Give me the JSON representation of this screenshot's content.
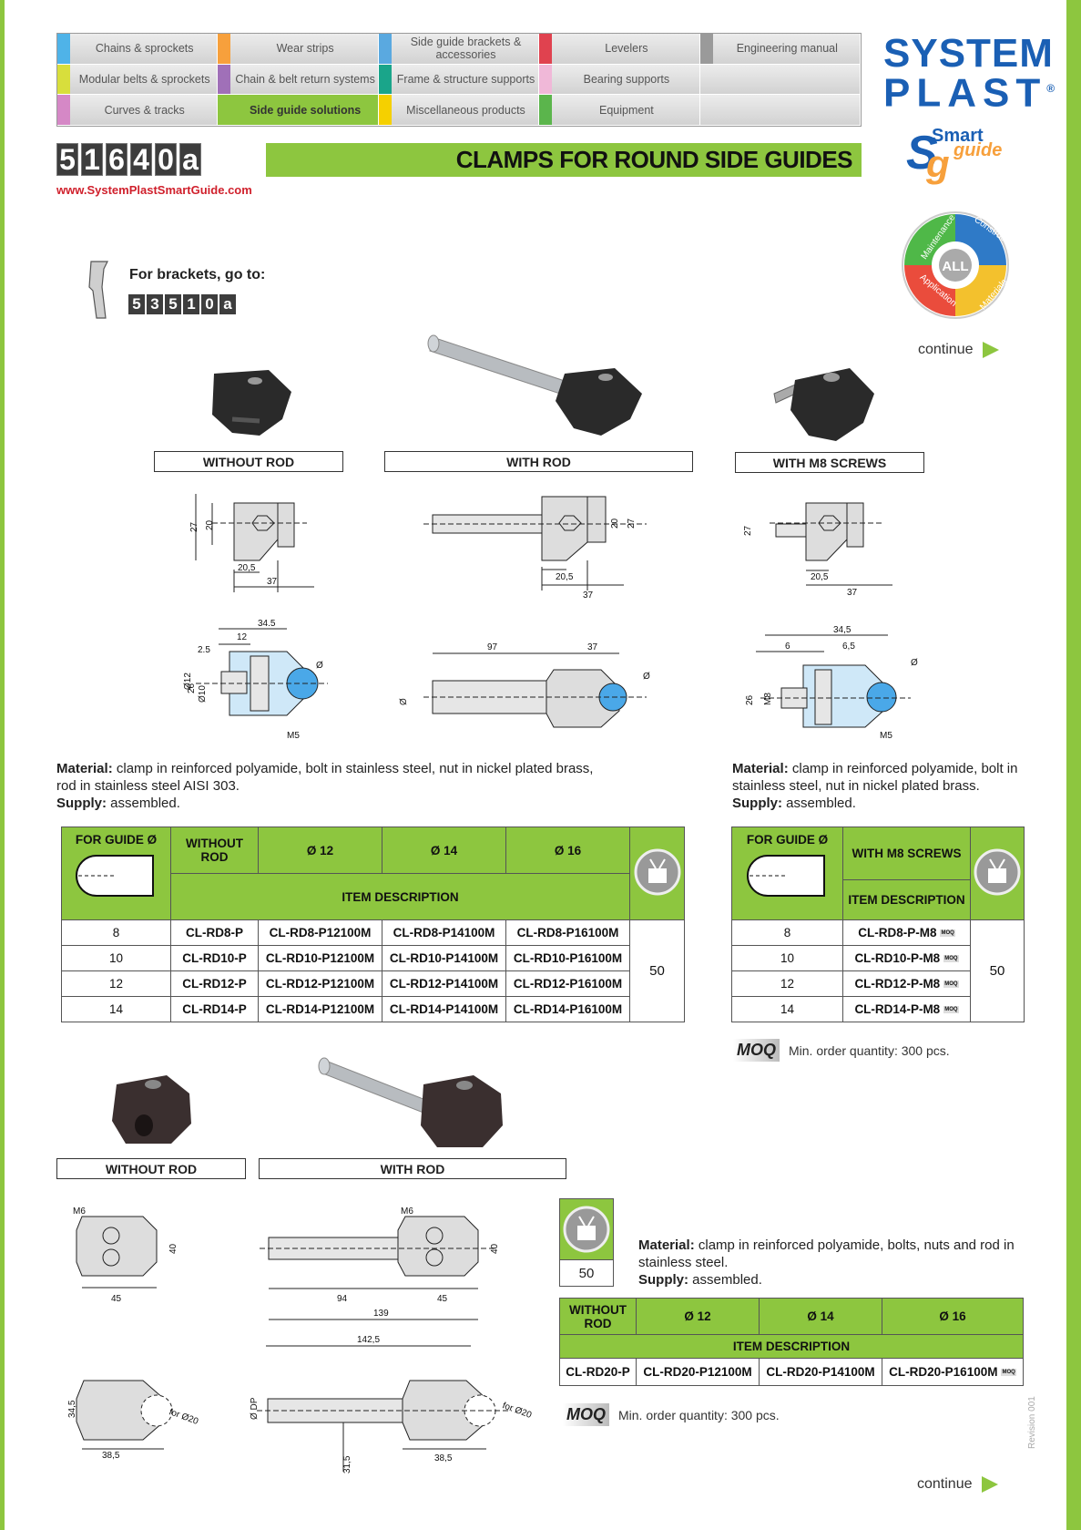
{
  "nav": {
    "cells": [
      {
        "label": "Chains & sprockets",
        "color": "#4fb3e8"
      },
      {
        "label": "Wear strips",
        "color": "#f7a03c"
      },
      {
        "label": "Side guide brackets & accessories",
        "color": "#5aa9e0"
      },
      {
        "label": "Levelers",
        "color": "#e0424f"
      },
      {
        "label": "Engineering manual",
        "color": "#9a9a9a"
      },
      {
        "label": "Modular belts & sprockets",
        "color": "#d8de3c"
      },
      {
        "label": "Chain & belt return systems",
        "color": "#a070b8"
      },
      {
        "label": "Frame & structure supports",
        "color": "#1aa58a"
      },
      {
        "label": "Bearing supports",
        "color": "#f0b8d8"
      },
      {
        "label": "",
        "color": ""
      },
      {
        "label": "Curves & tracks",
        "color": "#d588c6"
      },
      {
        "label": "Side guide solutions",
        "color": "#8dc63f",
        "active": true
      },
      {
        "label": "Miscellaneous products",
        "color": "#f5d000"
      },
      {
        "label": "Equipment",
        "color": "#5bb54c"
      },
      {
        "label": "",
        "color": ""
      }
    ]
  },
  "header": {
    "code": [
      "5",
      "1",
      "6",
      "4",
      "0",
      "a"
    ],
    "title": "CLAMPS FOR ROUND SIDE GUIDES",
    "url": "www.SystemPlastSmartGuide.com",
    "logo_line1": "SYSTEM",
    "logo_line2": "PLAST",
    "logo_reg": "®",
    "smart": "Smart",
    "guide": "guide",
    "wheel": {
      "center": "ALL",
      "q1": "Maintenance",
      "q2": "Construction",
      "q3": "Application",
      "q4": "Materials"
    }
  },
  "brackets": {
    "label": "For brackets, go to:",
    "code": [
      "5",
      "3",
      "5",
      "1",
      "0",
      "a"
    ]
  },
  "continue_label": "continue",
  "section1": {
    "labels": {
      "without_rod": "WITHOUT ROD",
      "with_rod": "WITH ROD",
      "with_m8": "WITH M8 SCREWS"
    },
    "dims": {
      "a": {
        "h27": "27",
        "h20": "20",
        "w205": "20,5",
        "w37": "37"
      },
      "b": {
        "w345": "34.5",
        "w12": "12",
        "w25": "2.5",
        "d12": "Ø12",
        "d10": "Ø10",
        "h26": "26",
        "m5": "M5",
        "dia": "Ø"
      },
      "c": {
        "h20": "20",
        "h27": "27",
        "w205": "20,5",
        "w37": "37",
        "w97": "97",
        "w37b": "37",
        "dia": "Ø",
        "dia2": "Ø"
      },
      "d": {
        "h27": "27",
        "w205": "20,5",
        "w37": "37",
        "w345": "34,5",
        "w6": "6",
        "w65": "6,5",
        "h26": "26",
        "m8": "M8",
        "m5": "M5",
        "dia": "Ø"
      }
    },
    "material_left": {
      "mat_label": "Material:",
      "mat_text": " clamp in reinforced polyamide, bolt in stainless steel, nut in nickel plated brass, rod in stainless steel AISI 303.",
      "sup_label": "Supply:",
      "sup_text": " assembled."
    },
    "material_right": {
      "mat_label": "Material:",
      "mat_text": " clamp in reinforced polyamide, bolt in stainless steel, nut in nickel plated brass.",
      "sup_label": "Supply:",
      "sup_text": " assembled."
    },
    "table_left": {
      "h_guide": "FOR GUIDE Ø",
      "h_without": "WITHOUT ROD",
      "h_12": "Ø 12",
      "h_14": "Ø 14",
      "h_16": "Ø 16",
      "h_item": "ITEM DESCRIPTION",
      "pack": "50",
      "rows": [
        [
          "8",
          "CL-RD8-P",
          "CL-RD8-P12100M",
          "CL-RD8-P14100M",
          "CL-RD8-P16100M"
        ],
        [
          "10",
          "CL-RD10-P",
          "CL-RD10-P12100M",
          "CL-RD10-P14100M",
          "CL-RD10-P16100M"
        ],
        [
          "12",
          "CL-RD12-P",
          "CL-RD12-P12100M",
          "CL-RD12-P14100M",
          "CL-RD12-P16100M"
        ],
        [
          "14",
          "CL-RD14-P",
          "CL-RD14-P12100M",
          "CL-RD14-P14100M",
          "CL-RD14-P16100M"
        ]
      ]
    },
    "table_right": {
      "h_guide": "FOR GUIDE Ø",
      "h_m8": "WITH M8 SCREWS",
      "h_item": "ITEM DESCRIPTION",
      "pack": "50",
      "rows": [
        [
          "8",
          "CL-RD8-P-M8"
        ],
        [
          "10",
          "CL-RD10-P-M8"
        ],
        [
          "12",
          "CL-RD12-P-M8"
        ],
        [
          "14",
          "CL-RD14-P-M8"
        ]
      ]
    },
    "moq_badge": "MOQ",
    "moq_text": "Min. order quantity: 300 pcs."
  },
  "section2": {
    "labels": {
      "without_rod": "WITHOUT ROD",
      "with_rod": "WITH ROD"
    },
    "dims": {
      "m6": "M6",
      "h40": "40",
      "w45": "45",
      "w94": "94",
      "w139": "139",
      "w1425": "142,5",
      "h345": "34,5",
      "w385": "38,5",
      "for20": "for Ø20",
      "dp": "Ø DP",
      "h315": "31,5"
    },
    "pack": "50",
    "material": {
      "mat_label": "Material:",
      "mat_text": " clamp in reinforced polyamide, bolts, nuts and rod in stainless steel.",
      "sup_label": "Supply:",
      "sup_text": " assembled."
    },
    "table": {
      "h_without": "WITHOUT ROD",
      "h_12": "Ø 12",
      "h_14": "Ø 14",
      "h_16": "Ø 16",
      "h_item": "ITEM DESCRIPTION",
      "row": [
        "CL-RD20-P",
        "CL-RD20-P12100M",
        "CL-RD20-P14100M",
        "CL-RD20-P16100M"
      ]
    },
    "moq_badge": "MOQ",
    "moq_text": "Min. order quantity: 300 pcs."
  },
  "revision": "Revision 001"
}
